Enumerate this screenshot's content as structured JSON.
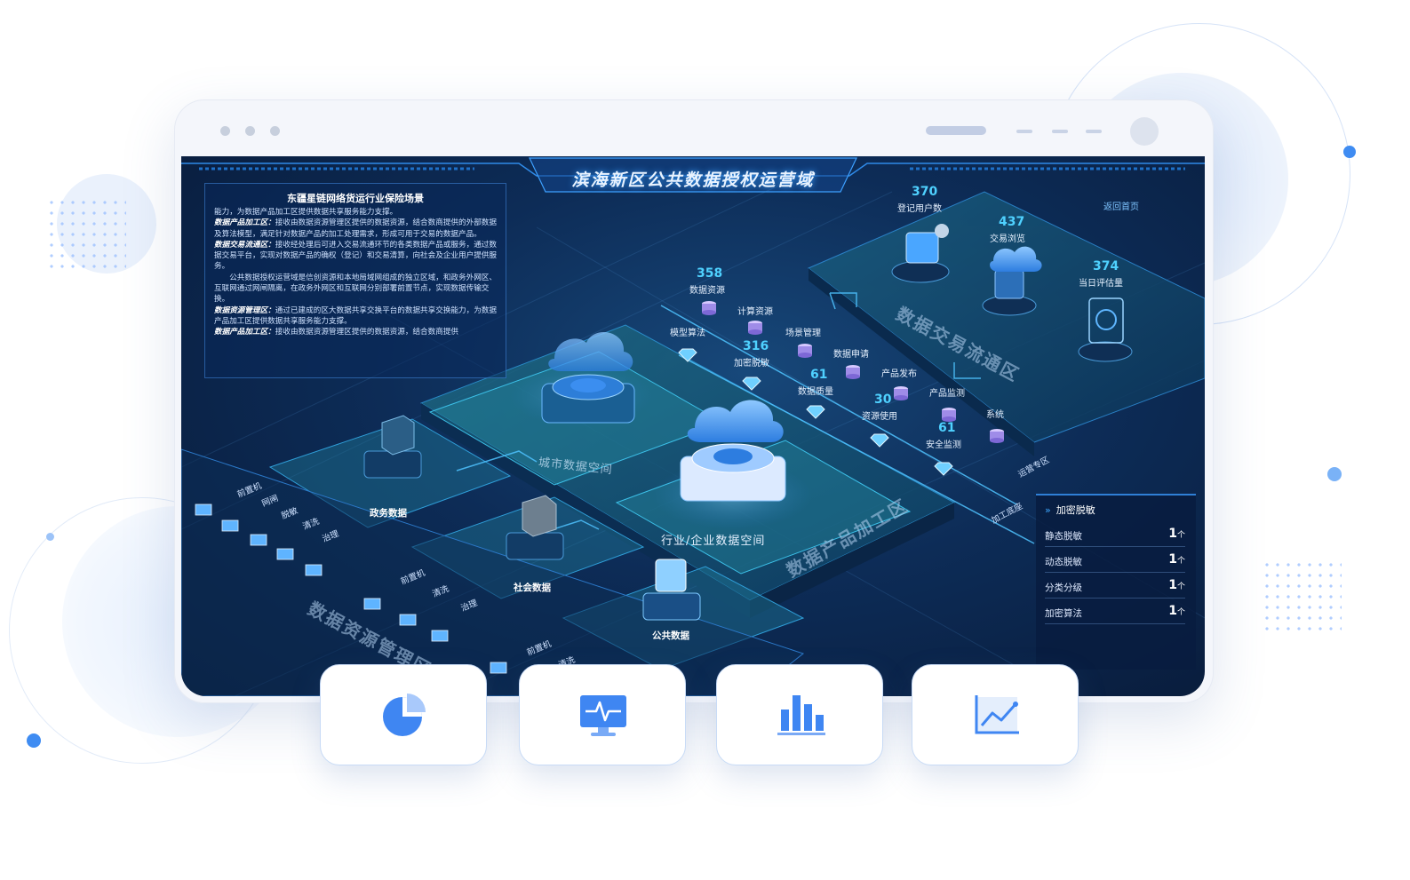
{
  "window": {
    "title": "滨海新区公共数据授权运营域",
    "back_link": "返回首页"
  },
  "info_panel": {
    "title": "东疆星链网络货运行业保险场景",
    "paragraphs": [
      {
        "lead": "",
        "text": "能力，为数据产品加工区提供数据共享服务能力支撑。"
      },
      {
        "lead": "数据产品加工区：",
        "text": "接收由数据资源管理区提供的数据资源，结合数商提供的外部数据及算法模型，满足针对数据产品的加工处理需求，形成可用于交易的数据产品。"
      },
      {
        "lead": "数据交易流通区：",
        "text": "接收经处理后可进入交易流通环节的各类数据产品或服务，通过数据交易平台，实现对数据产品的确权（登记）和交易清算，向社会及企业用户提供服务。"
      },
      {
        "lead": "",
        "text": "公共数据授权运营域是信创资源和本地局域网组成的独立区域，和政务外网区、互联网通过网闸隔离，在政务外网区和互联网分别部署前置节点，实现数据传输交换。"
      },
      {
        "lead": "数据资源管理区：",
        "text": "通过已建成的区大数据共享交换平台的数据共享交换能力，为数据产品加工区提供数据共享服务能力支撑。"
      },
      {
        "lead": "数据产品加工区：",
        "text": "接收由数据资源管理区提供的数据资源，结合数商提供"
      }
    ]
  },
  "metrics": {
    "registered_users": {
      "value": "370",
      "label": "登记用户数"
    },
    "trade_views": {
      "value": "437",
      "label": "交易浏览"
    },
    "daily_estimate": {
      "value": "374",
      "label": "当日评估量"
    },
    "data_resources": {
      "value": "358",
      "label": "数据资源"
    },
    "encrypt": {
      "value": "316",
      "label": "加密脱敏"
    },
    "data_quality": {
      "value": "61",
      "label": "数据质量"
    },
    "resource_use": {
      "value": "30",
      "label": "资源使用"
    },
    "security_monitor": {
      "value": "61",
      "label": "安全监测"
    }
  },
  "flow_labels": {
    "compute": "计算资源",
    "model_algo": "模型算法",
    "scene_mgmt": "场景管理",
    "data_apply": "数据申请",
    "product_publish": "产品发布",
    "product_monitor": "产品监测",
    "system": "系统",
    "ops_zone": "运营专区",
    "process_base": "加工底座"
  },
  "zones": {
    "trade": "数据交易流通区",
    "product": "数据产品加工区",
    "resource": "数据资源管理区"
  },
  "spaces": {
    "city": "城市数据空间",
    "industry": "行业/企业数据空间"
  },
  "nodes": {
    "gov": "政务数据",
    "social": "社会数据",
    "public": "公共数据"
  },
  "left_chain": {
    "row1": [
      "前置机",
      "网闸",
      "脱敏",
      "清洗",
      "治理"
    ],
    "row2": [
      "前置机",
      "清洗",
      "治理"
    ],
    "row3": [
      "前置机",
      "清洗"
    ]
  },
  "stat_panel": {
    "title": "加密脱敏",
    "rows": [
      {
        "label": "静态脱敏",
        "value": "1",
        "unit": "个"
      },
      {
        "label": "动态脱敏",
        "value": "1",
        "unit": "个"
      },
      {
        "label": "分类分级",
        "value": "1",
        "unit": "个"
      },
      {
        "label": "加密算法",
        "value": "1",
        "unit": "个"
      }
    ]
  },
  "cards": [
    {
      "icon": "pie-chart-icon"
    },
    {
      "icon": "monitor-pulse-icon"
    },
    {
      "icon": "bar-chart-icon"
    },
    {
      "icon": "line-chart-icon"
    }
  ],
  "colors": {
    "accent": "#3f86f2",
    "screen_bg": "#0d2c57",
    "number": "#4fd1ff"
  }
}
